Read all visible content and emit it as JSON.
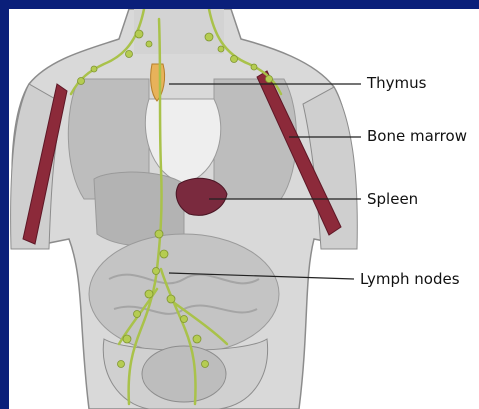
{
  "labels": {
    "thymus": "Thymus",
    "bone_marrow": "Bone marrow",
    "spleen": "Spleen",
    "lymph_nodes": "Lymph nodes"
  },
  "colors": {
    "frame": "#0a1f7a",
    "body": "#c9c9c9",
    "thymus": "#e8b25a",
    "marrow": "#8c2a3a",
    "spleen": "#7a2a3e",
    "lymph": "#a9c24a",
    "leader": "#222222"
  }
}
